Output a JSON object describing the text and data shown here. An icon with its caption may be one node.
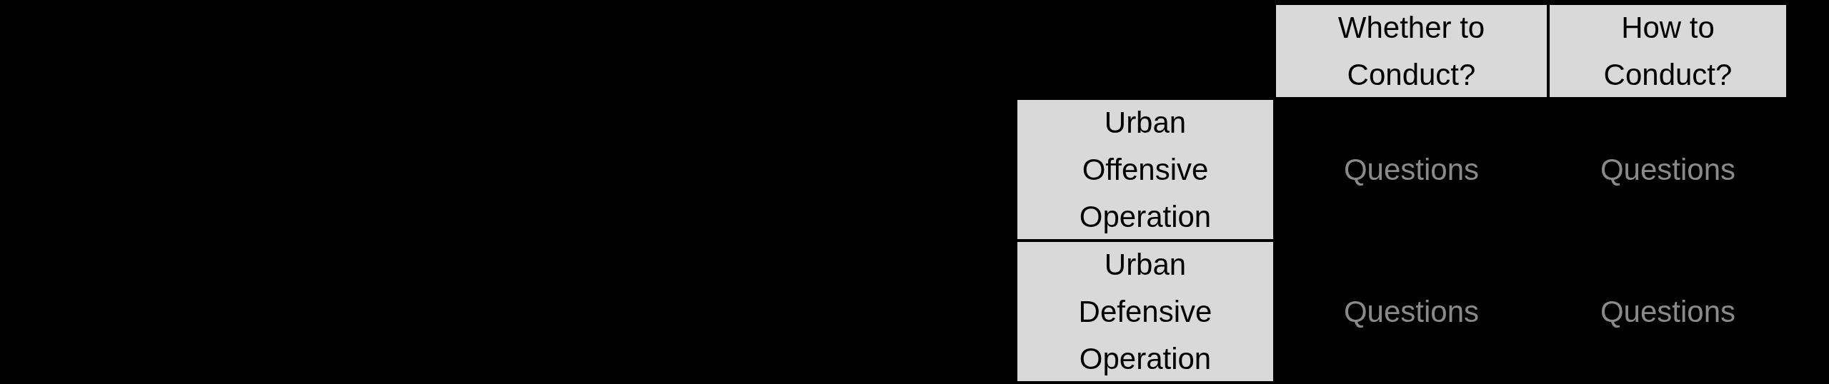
{
  "diagram": {
    "labels": [
      "Whether to Conduct?",
      "How to Conduct?",
      "Urban Offensive Operation",
      "Questions",
      "Questions",
      "Urban Defensive Operation",
      "Questions",
      "Questions"
    ]
  }
}
